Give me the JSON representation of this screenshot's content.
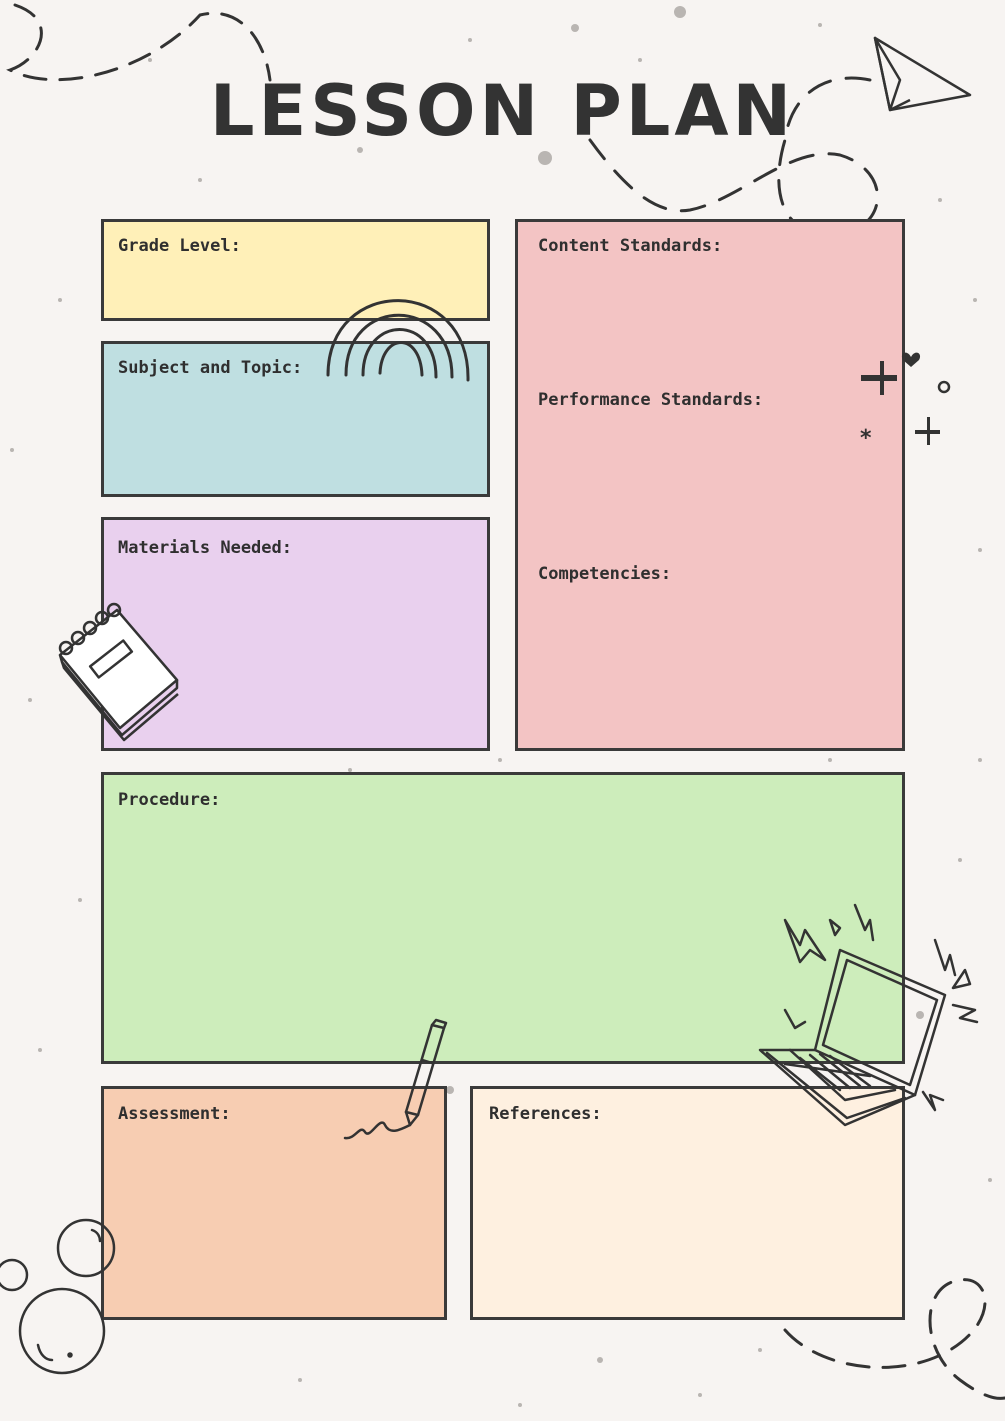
{
  "title": "LESSON PLAN",
  "sections": {
    "grade_level": "Grade Level:",
    "subject_topic": "Subject and Topic:",
    "materials": "Materials Needed:",
    "content_standards": "Content Standards:",
    "performance_standards": "Performance Standards:",
    "competencies": "Competencies:",
    "procedure": "Procedure:",
    "assessment": "Assessment:",
    "references": "References:"
  },
  "colors": {
    "background": "#f7f4f2",
    "grade_level": "#fff0b8",
    "subject_topic": "#bfdfe1",
    "materials": "#e9d0ee",
    "standards": "#f3c4c4",
    "procedure": "#cdedbb",
    "assessment": "#f7cdb2",
    "references": "#fef0e0",
    "outline": "#3a3a3a"
  },
  "icons": [
    "paper-plane-icon",
    "rainbow-icon",
    "notebook-icon",
    "sparkle-icon",
    "heart-icon",
    "pencil-icon",
    "laptop-icon",
    "bubbles-icon",
    "dashed-trail-icon"
  ]
}
